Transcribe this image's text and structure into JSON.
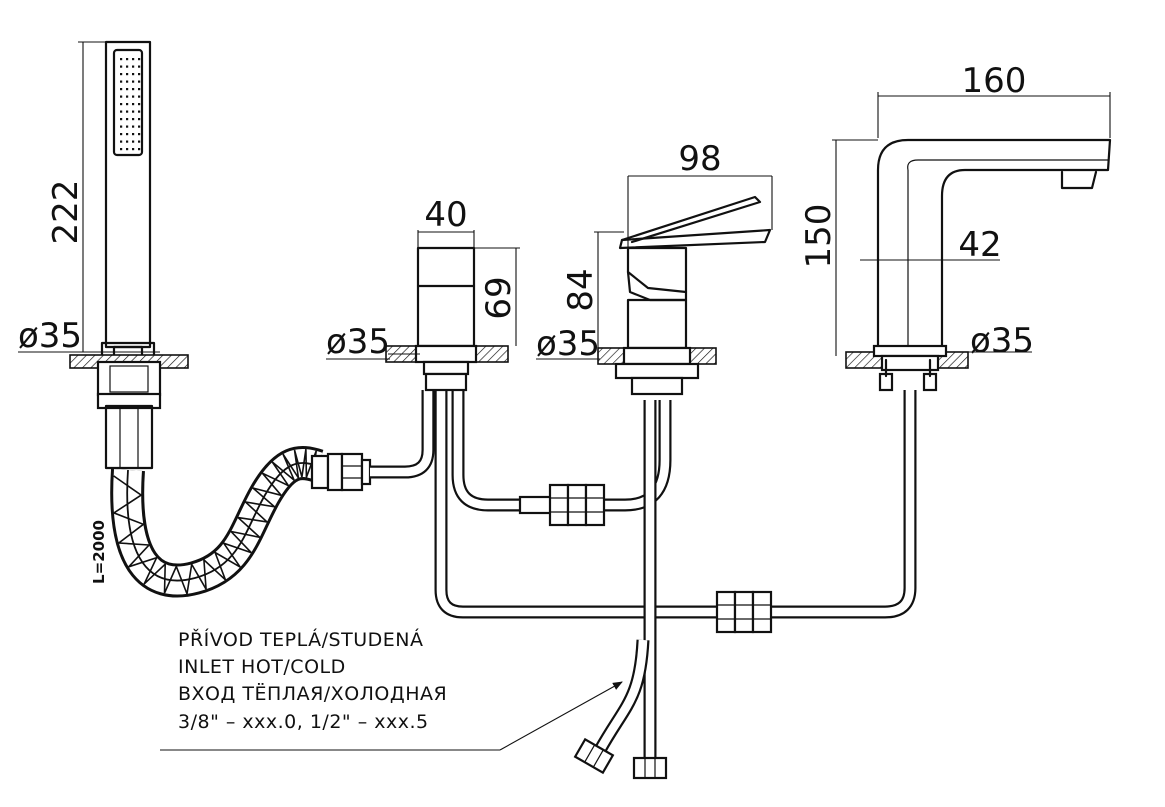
{
  "dimensions": {
    "handshower_length": "222",
    "handshower_diameter": "ø35",
    "hose_length": "L=2000",
    "diverter_width": "40",
    "diverter_height": "69",
    "diverter_diameter": "ø35",
    "mixer_width": "98",
    "mixer_height": "84",
    "mixer_diameter": "ø35",
    "spout_length": "160",
    "spout_height": "150",
    "spout_offset": "42",
    "spout_diameter": "ø35"
  },
  "note": {
    "line1": "PŘÍVOD TEPLÁ/STUDENÁ",
    "line2": "INLET HOT/COLD",
    "line3": "ВХОД ТЁПЛАЯ/ХОЛОДНАЯ",
    "line4": "3/8\" – xxx.0, 1/2\" – xxx.5"
  }
}
